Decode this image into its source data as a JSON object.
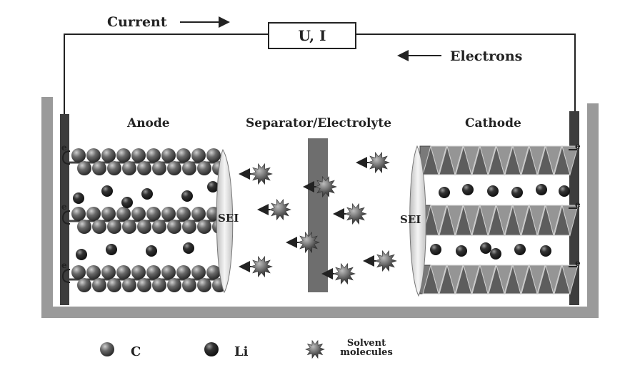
{
  "labels": {
    "current": "Current",
    "meter": "U, I",
    "electrons": "Electrons",
    "anode": "Anode",
    "separator": "Separator/Electrolyte",
    "cathode": "Cathode",
    "sei": "SEI",
    "electron": "e",
    "legend_c": "C",
    "legend_li": "Li",
    "legend_solvent": "Solvent molecules"
  },
  "colors": {
    "carbon": "#5a5a5a",
    "lithium": "#3a3a3a",
    "container": "#9a9a9a",
    "separator": "#6e6e6e",
    "electrode_plate": "#3d3d3d",
    "sei": "#ececec",
    "cathode_layer": "#7a7a7a",
    "line": "#222222"
  },
  "icons": {
    "carbon": "sphere",
    "lithium": "sphere",
    "solvent": "spiky-star"
  }
}
